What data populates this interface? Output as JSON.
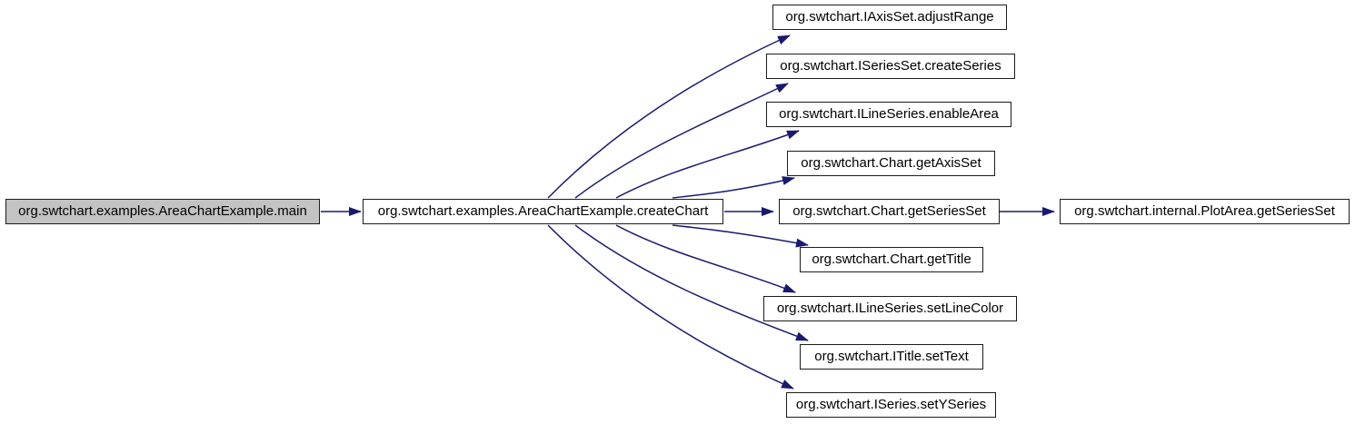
{
  "diagram": {
    "type": "call-graph",
    "colors": {
      "edge": "#191970",
      "node_border": "#1c1c1c",
      "node_fill": "#ffffff",
      "highlight_node_fill": "#c3c3c3",
      "background": "#ffffff",
      "text": "#000000"
    },
    "nodes": [
      {
        "id": "main",
        "label": "org.swtchart.examples.AreaChartExample.main",
        "highlighted": true
      },
      {
        "id": "createChart",
        "label": "org.swtchart.examples.AreaChartExample.createChart",
        "highlighted": false
      },
      {
        "id": "adjustRange",
        "label": "org.swtchart.IAxisSet.adjustRange",
        "highlighted": false
      },
      {
        "id": "createSeries",
        "label": "org.swtchart.ISeriesSet.createSeries",
        "highlighted": false
      },
      {
        "id": "enableArea",
        "label": "org.swtchart.ILineSeries.enableArea",
        "highlighted": false
      },
      {
        "id": "getAxisSet",
        "label": "org.swtchart.Chart.getAxisSet",
        "highlighted": false
      },
      {
        "id": "getSeriesSet",
        "label": "org.swtchart.Chart.getSeriesSet",
        "highlighted": false
      },
      {
        "id": "getTitle",
        "label": "org.swtchart.Chart.getTitle",
        "highlighted": false
      },
      {
        "id": "setLineColor",
        "label": "org.swtchart.ILineSeries.setLineColor",
        "highlighted": false
      },
      {
        "id": "setText",
        "label": "org.swtchart.ITitle.setText",
        "highlighted": false
      },
      {
        "id": "setYSeries",
        "label": "org.swtchart.ISeries.setYSeries",
        "highlighted": false
      },
      {
        "id": "plotAreaGetSeriesSet",
        "label": "org.swtchart.internal.PlotArea.getSeriesSet",
        "highlighted": false
      }
    ],
    "edges": [
      {
        "from": "main",
        "to": "createChart"
      },
      {
        "from": "createChart",
        "to": "adjustRange"
      },
      {
        "from": "createChart",
        "to": "createSeries"
      },
      {
        "from": "createChart",
        "to": "enableArea"
      },
      {
        "from": "createChart",
        "to": "getAxisSet"
      },
      {
        "from": "createChart",
        "to": "getSeriesSet"
      },
      {
        "from": "createChart",
        "to": "getTitle"
      },
      {
        "from": "createChart",
        "to": "setLineColor"
      },
      {
        "from": "createChart",
        "to": "setText"
      },
      {
        "from": "createChart",
        "to": "setYSeries"
      },
      {
        "from": "getSeriesSet",
        "to": "plotAreaGetSeriesSet"
      }
    ]
  }
}
